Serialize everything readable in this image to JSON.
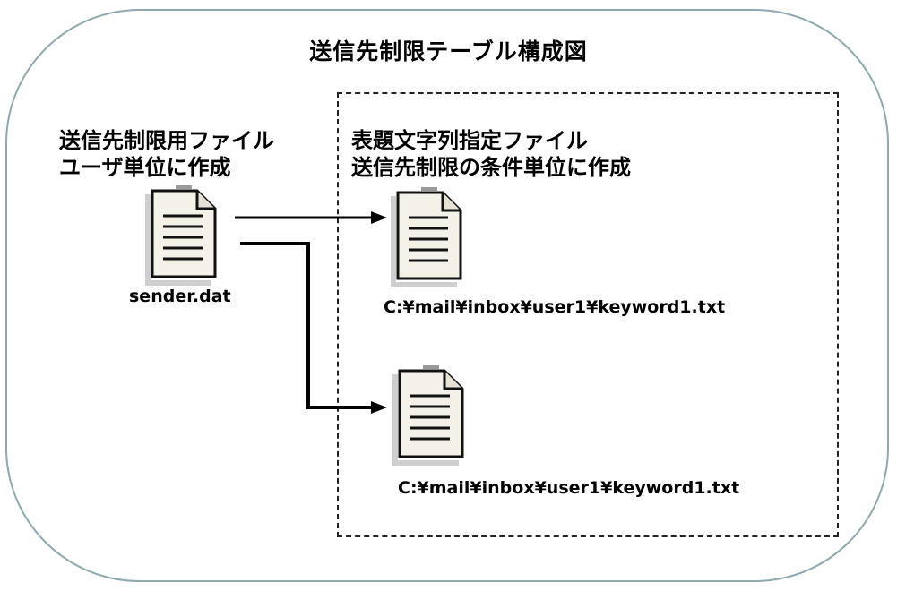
{
  "title": "送信先制限テーブル構成図",
  "left_label": {
    "line1": "送信先制限用ファイル",
    "line2": "ユーザ単位に作成"
  },
  "right_label": {
    "line1": "表題文字列指定ファイル",
    "line2": "送信先制限の条件単位に作成"
  },
  "files": {
    "sender": "sender.dat",
    "keyword_file_1": "C:¥mail¥inbox¥user1¥keyword1.txt",
    "keyword_file_2": "C:¥mail¥inbox¥user1¥keyword1.txt"
  },
  "icons": {
    "file_icon": "document-icon",
    "arrow_icon": "arrow-right-icon"
  },
  "colors": {
    "frame": "#8fa8b0",
    "lines": "#000000"
  }
}
